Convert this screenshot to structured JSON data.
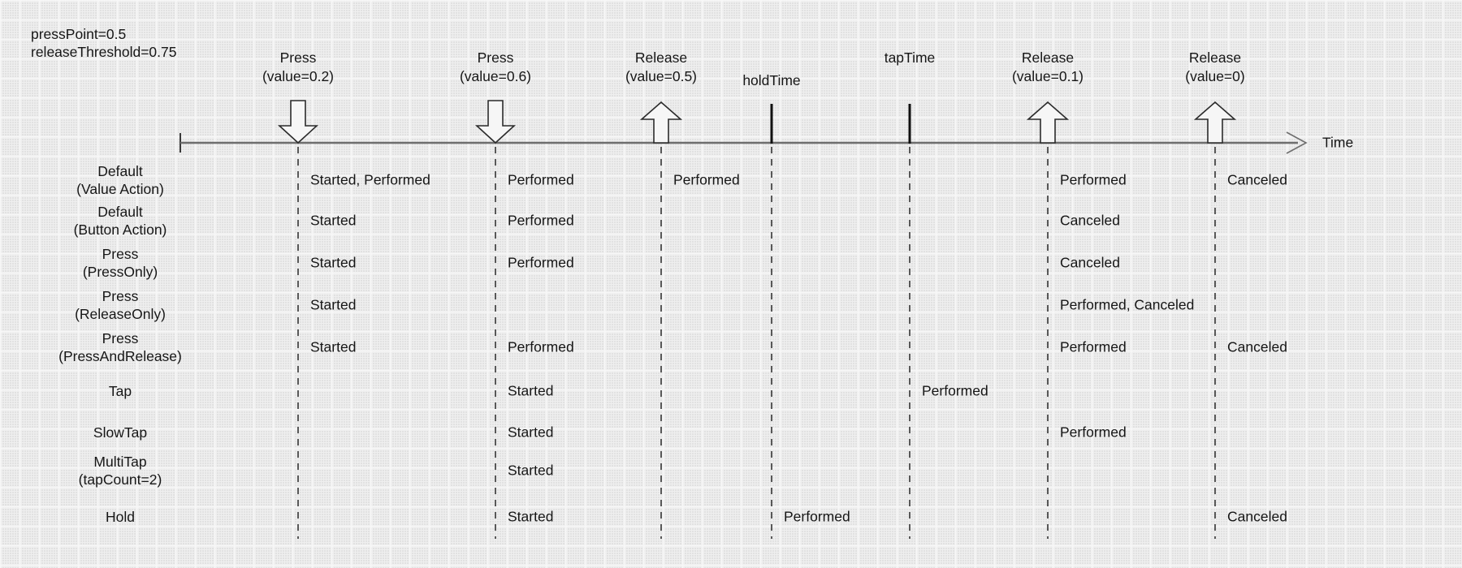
{
  "diagram": {
    "parameters": [
      "pressPoint=0.5",
      "releaseThreshold=0.75"
    ],
    "axis_label": "Time",
    "line_color": "#6e6e6e",
    "marker_outline_color": "#2b2b2b",
    "text_color": "#161616"
  },
  "events": [
    {
      "key": "press1",
      "type": "press",
      "marker": "arrow-down",
      "label_lines": [
        "Press",
        "(value=0.2)"
      ]
    },
    {
      "key": "press2",
      "type": "press",
      "marker": "arrow-down",
      "label_lines": [
        "Press",
        "(value=0.6)"
      ]
    },
    {
      "key": "release1",
      "type": "release",
      "marker": "arrow-up",
      "label_lines": [
        "Release",
        "(value=0.5)"
      ]
    },
    {
      "key": "holdTime",
      "type": "threshold",
      "marker": "tick",
      "label_lines": [
        "holdTime"
      ]
    },
    {
      "key": "tapTime",
      "type": "threshold",
      "marker": "tick",
      "label_lines": [
        "tapTime"
      ]
    },
    {
      "key": "release2",
      "type": "release",
      "marker": "arrow-up",
      "label_lines": [
        "Release",
        "(value=0.1)"
      ]
    },
    {
      "key": "release3",
      "type": "release",
      "marker": "arrow-up",
      "label_lines": [
        "Release",
        "(value=0)"
      ]
    }
  ],
  "rows": [
    {
      "key": "default-value-action",
      "label_lines": [
        "Default",
        "(Value Action)"
      ],
      "cells": {
        "press1": "Started, Performed",
        "press2": "Performed",
        "release1": "Performed",
        "release2": "Performed",
        "release3": "Canceled"
      }
    },
    {
      "key": "default-button-action",
      "label_lines": [
        "Default",
        "(Button Action)"
      ],
      "cells": {
        "press1": "Started",
        "press2": "Performed",
        "release2": "Canceled"
      }
    },
    {
      "key": "press-press-only",
      "label_lines": [
        "Press",
        "(PressOnly)"
      ],
      "cells": {
        "press1": "Started",
        "press2": "Performed",
        "release2": "Canceled"
      }
    },
    {
      "key": "press-release-only",
      "label_lines": [
        "Press",
        "(ReleaseOnly)"
      ],
      "cells": {
        "press1": "Started",
        "release2": "Performed, Canceled"
      }
    },
    {
      "key": "press-press-and-release",
      "label_lines": [
        "Press",
        "(PressAndRelease)"
      ],
      "cells": {
        "press1": "Started",
        "press2": "Performed",
        "release2": "Performed",
        "release3": "Canceled"
      }
    },
    {
      "key": "tap",
      "label_lines": [
        "Tap"
      ],
      "cells": {
        "press2": "Started",
        "tapTime": "Performed"
      }
    },
    {
      "key": "slow-tap",
      "label_lines": [
        "SlowTap"
      ],
      "cells": {
        "press2": "Started",
        "release2": "Performed"
      }
    },
    {
      "key": "multi-tap",
      "label_lines": [
        "MultiTap",
        "(tapCount=2)"
      ],
      "cells": {
        "press2": "Started"
      }
    },
    {
      "key": "hold",
      "label_lines": [
        "Hold"
      ],
      "cells": {
        "press2": "Started",
        "holdTime": "Performed",
        "release3": "Canceled"
      }
    }
  ]
}
